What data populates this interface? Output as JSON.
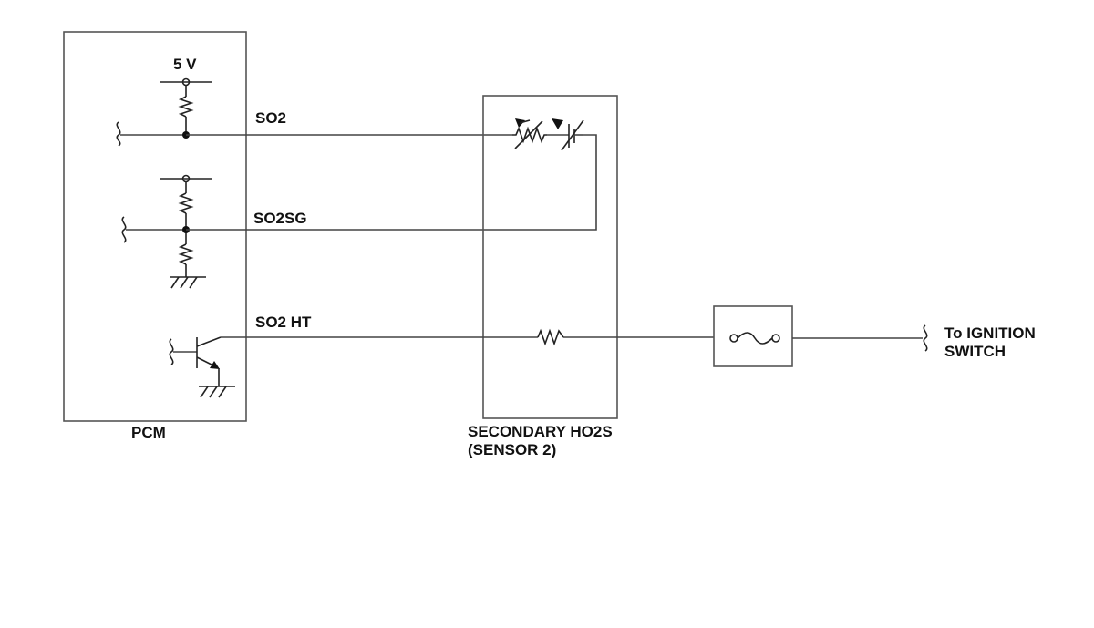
{
  "labels": {
    "supply_5v": "5 V",
    "so2": "SO2",
    "so2sg": "SO2SG",
    "so2ht": "SO2 HT",
    "pcm": "PCM",
    "sensor_line1": "SECONDARY HO2S",
    "sensor_line2": "(SENSOR 2)",
    "ignition_line1": "To IGNITION",
    "ignition_line2": "SWITCH"
  }
}
